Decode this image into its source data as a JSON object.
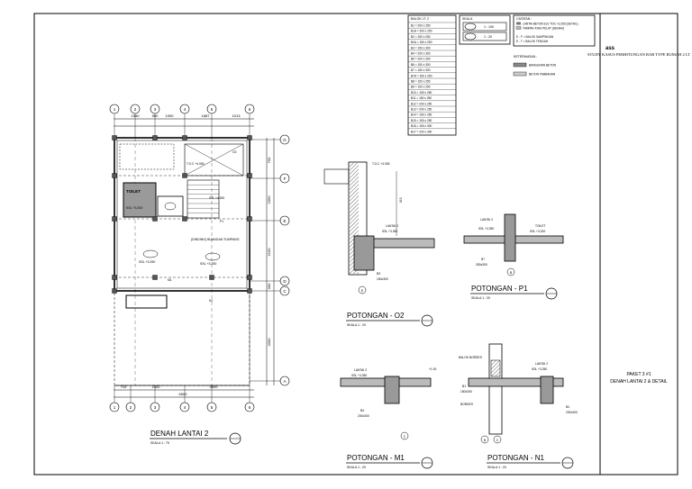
{
  "sheet": {
    "project_title": "STUDY KASUS PERHITUNGAN RAB TYPE RUMAH 2 LT",
    "logo_text": "ass",
    "package_label": "PAKET 3 #1",
    "drawing_title": "DENAH LANTAI 2 & DETAIL"
  },
  "notes": {
    "header": "CATATAN :",
    "lines": [
      "LANTAI BETON ELV TOC +3.250 (DETAIL)",
      "TAMPAK ATAS PELAT (DENAH)"
    ],
    "legend_header": "KETERANGAN :",
    "legend_items": [
      "BANGUNAN BETON",
      "BETON TAMBAHAN"
    ],
    "codes": [
      "E - F = BALOK SAMPINGAN",
      "E - T = BALOK TENGAH"
    ]
  },
  "schedule": {
    "title": "BALOK LT. 2",
    "rows": [
      "B1 = 200 x 250",
      "B1A = 200 x 250",
      "B2 = 150 x 250",
      "B2A = 150 x 250",
      "B3 = 150 x 300",
      "B4 = 200 x 300",
      "B5 = 200 x 300",
      "B6 = 150 x 300",
      "B7 = 150 x 300",
      "B7A = 150 x 250",
      "B8 = 150 x 250",
      "B9 = 150 x 250",
      "B10 = 150 x 250",
      "B11 = 150 x 250",
      "B12 = 200 x 250",
      "B13 = 200 x 250",
      "B14 = 150 x 250",
      "B15 = 150 x 250",
      "B16 = 150 x 300",
      "B17 = 200 x 300"
    ]
  },
  "scale_box": {
    "title": "SKALA",
    "rows": [
      "1 : 100",
      "1 : 20"
    ]
  },
  "plan": {
    "title": "DENAH LANTAI 2",
    "scale": "SKALA 1 : 75",
    "grid_numbers": [
      "1",
      "2",
      "3",
      "4",
      "5",
      "6"
    ],
    "grid_letters": [
      "G",
      "F",
      "E",
      "D",
      "C",
      "A"
    ],
    "top_dims": [
      "1550",
      "550",
      "1000",
      "1687",
      "1013"
    ],
    "bottom_dims": [
      "710",
      "2300",
      "3500"
    ],
    "overall_bottom": "6500",
    "right_dims": [
      "750",
      "2350",
      "2150",
      "300",
      "4300"
    ],
    "room_toilet": "TOILET",
    "room_toilet_level": "SSL +3.200",
    "room_main": "(DINDING) BUANGAN TUMPANG",
    "room_main_level": "SSL +3.250",
    "room_hall_level": "SSL +3.250",
    "stair_label": "SSL +4.000",
    "void_label": "T.O.C +4.063",
    "cut_m1": "M1",
    "cut_n1": "N1",
    "cut_o2": "O2",
    "cut_p1": "P1"
  },
  "details": [
    {
      "title": "POTONGAN - O2",
      "scale": "SKALA 1 : 20",
      "labels": [
        "T.O.C +4.063",
        "LANTAI 2",
        "SSL +3.250",
        "B3",
        "150x300",
        "E",
        "815"
      ]
    },
    {
      "title": "POTONGAN - P1",
      "scale": "SKALA 1 : 20",
      "labels": [
        "LANTAI 2",
        "SSL +3.250",
        "TOILET",
        "SSL +3.200",
        "B7",
        "250x300",
        "B"
      ]
    },
    {
      "title": "POTONGAN - M1",
      "scale": "SKALA 1 : 20",
      "labels": [
        "LANTAI 2",
        "SSL +3.250",
        "B4",
        "200x300",
        "C",
        "+1.00"
      ]
    },
    {
      "title": "POTONGAN - N1",
      "scale": "SKALA 1 : 20",
      "labels": [
        "LANTAI 2",
        "SSL +3.250",
        "BALOK BORDES",
        "B1",
        "150x250",
        "B4",
        "200x300",
        "BORDES",
        "B",
        "C"
      ]
    }
  ]
}
